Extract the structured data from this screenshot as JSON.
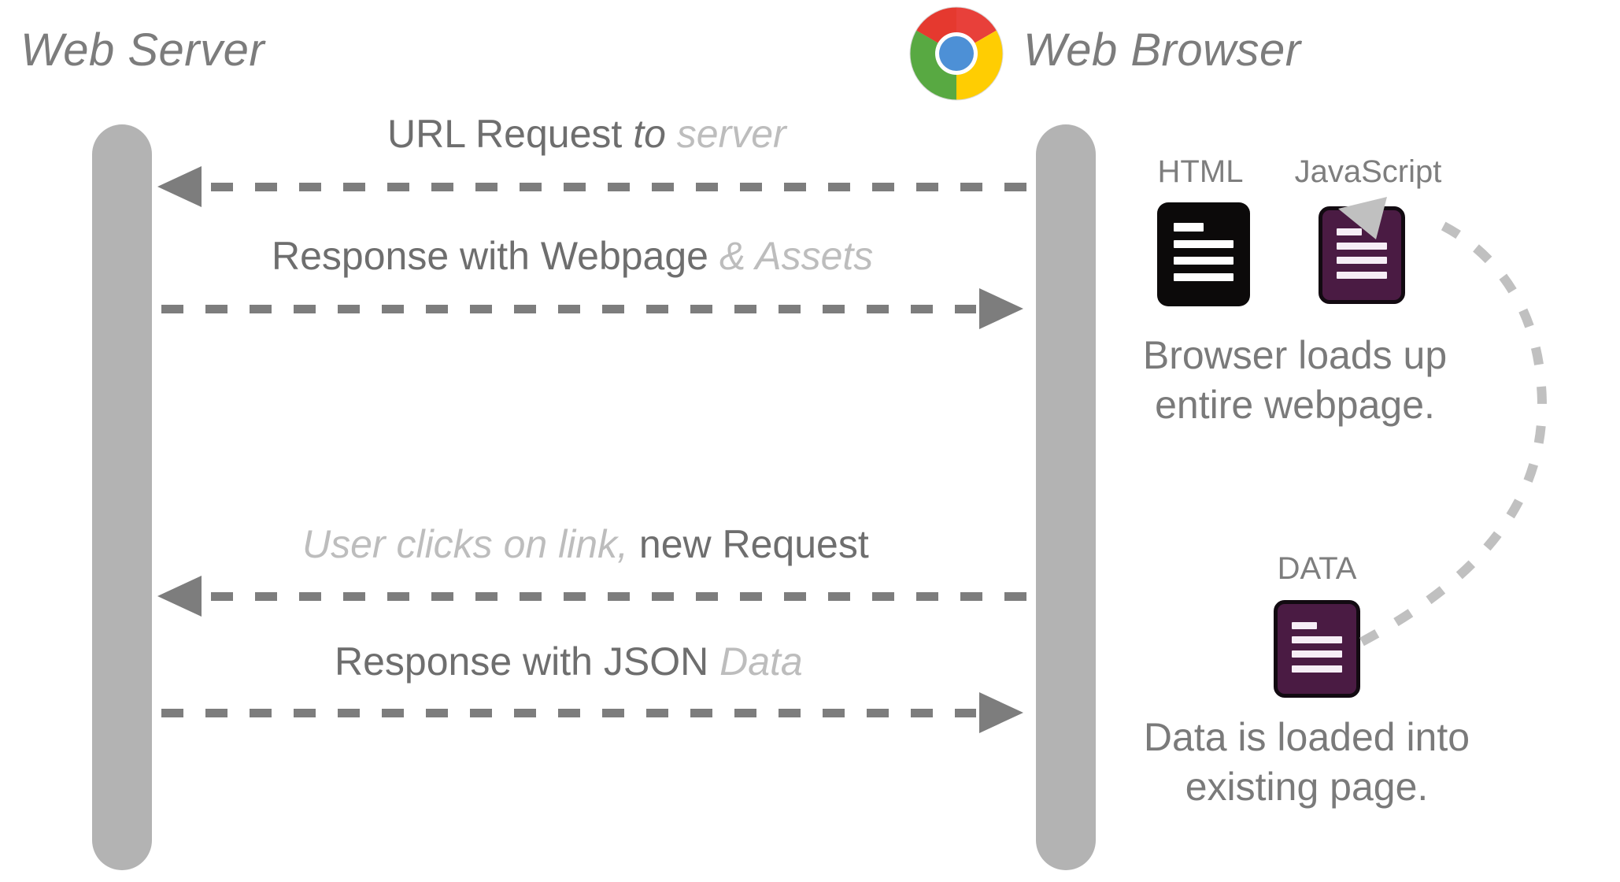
{
  "diagram": {
    "title_left": "Web Server",
    "title_right": "Web Browser",
    "browser_icon": "chrome-logo-icon",
    "colors": {
      "lifeline": "#b3b3b3",
      "arrow": "#7d7d7d",
      "text_dark": "#6e6e6e",
      "text_mid": "#7a7a7a",
      "text_faint": "#bdbdbd",
      "html_icon": "#0c0a0a",
      "js_icon": "#4a1b43",
      "data_icon": "#4a1b43",
      "curved_arrow": "#c0c0c0",
      "chrome_red": "#e8403a",
      "chrome_green": "#58a942",
      "chrome_yellow": "#ffcd02",
      "chrome_blue": "#4d90d6",
      "background": "#ffffff"
    }
  },
  "messages": [
    {
      "id": "url-request",
      "direction": "browser-to-server",
      "parts": [
        {
          "text": "URL Request ",
          "style": "strong"
        },
        {
          "text": "to ",
          "style": "emph"
        },
        {
          "text": "server",
          "style": "faint"
        }
      ],
      "full_text": "URL Request to server"
    },
    {
      "id": "response-webpage",
      "direction": "server-to-browser",
      "parts": [
        {
          "text": "Response with Webpage ",
          "style": "strong"
        },
        {
          "text": "& Assets",
          "style": "faint"
        }
      ],
      "full_text": "Response with Webpage & Assets"
    },
    {
      "id": "new-request",
      "direction": "browser-to-server",
      "parts": [
        {
          "text": "User clicks on link, ",
          "style": "faint"
        },
        {
          "text": "new Request",
          "style": "strong"
        }
      ],
      "full_text": "User clicks on link, new Request"
    },
    {
      "id": "response-json",
      "direction": "server-to-browser",
      "parts": [
        {
          "text": "Response with JSON ",
          "style": "strong"
        },
        {
          "text": "Data",
          "style": "faint"
        }
      ],
      "full_text": "Response with JSON Data"
    }
  ],
  "assets": {
    "html": {
      "caption": "HTML",
      "icon": "html-file-icon"
    },
    "javascript": {
      "caption": "JavaScript",
      "icon": "javascript-file-icon"
    },
    "data": {
      "caption": "DATA",
      "icon": "data-file-icon"
    }
  },
  "notes": {
    "load_page": "Browser loads up\nentire webpage.",
    "load_data": "Data is loaded into\nexisting page."
  }
}
